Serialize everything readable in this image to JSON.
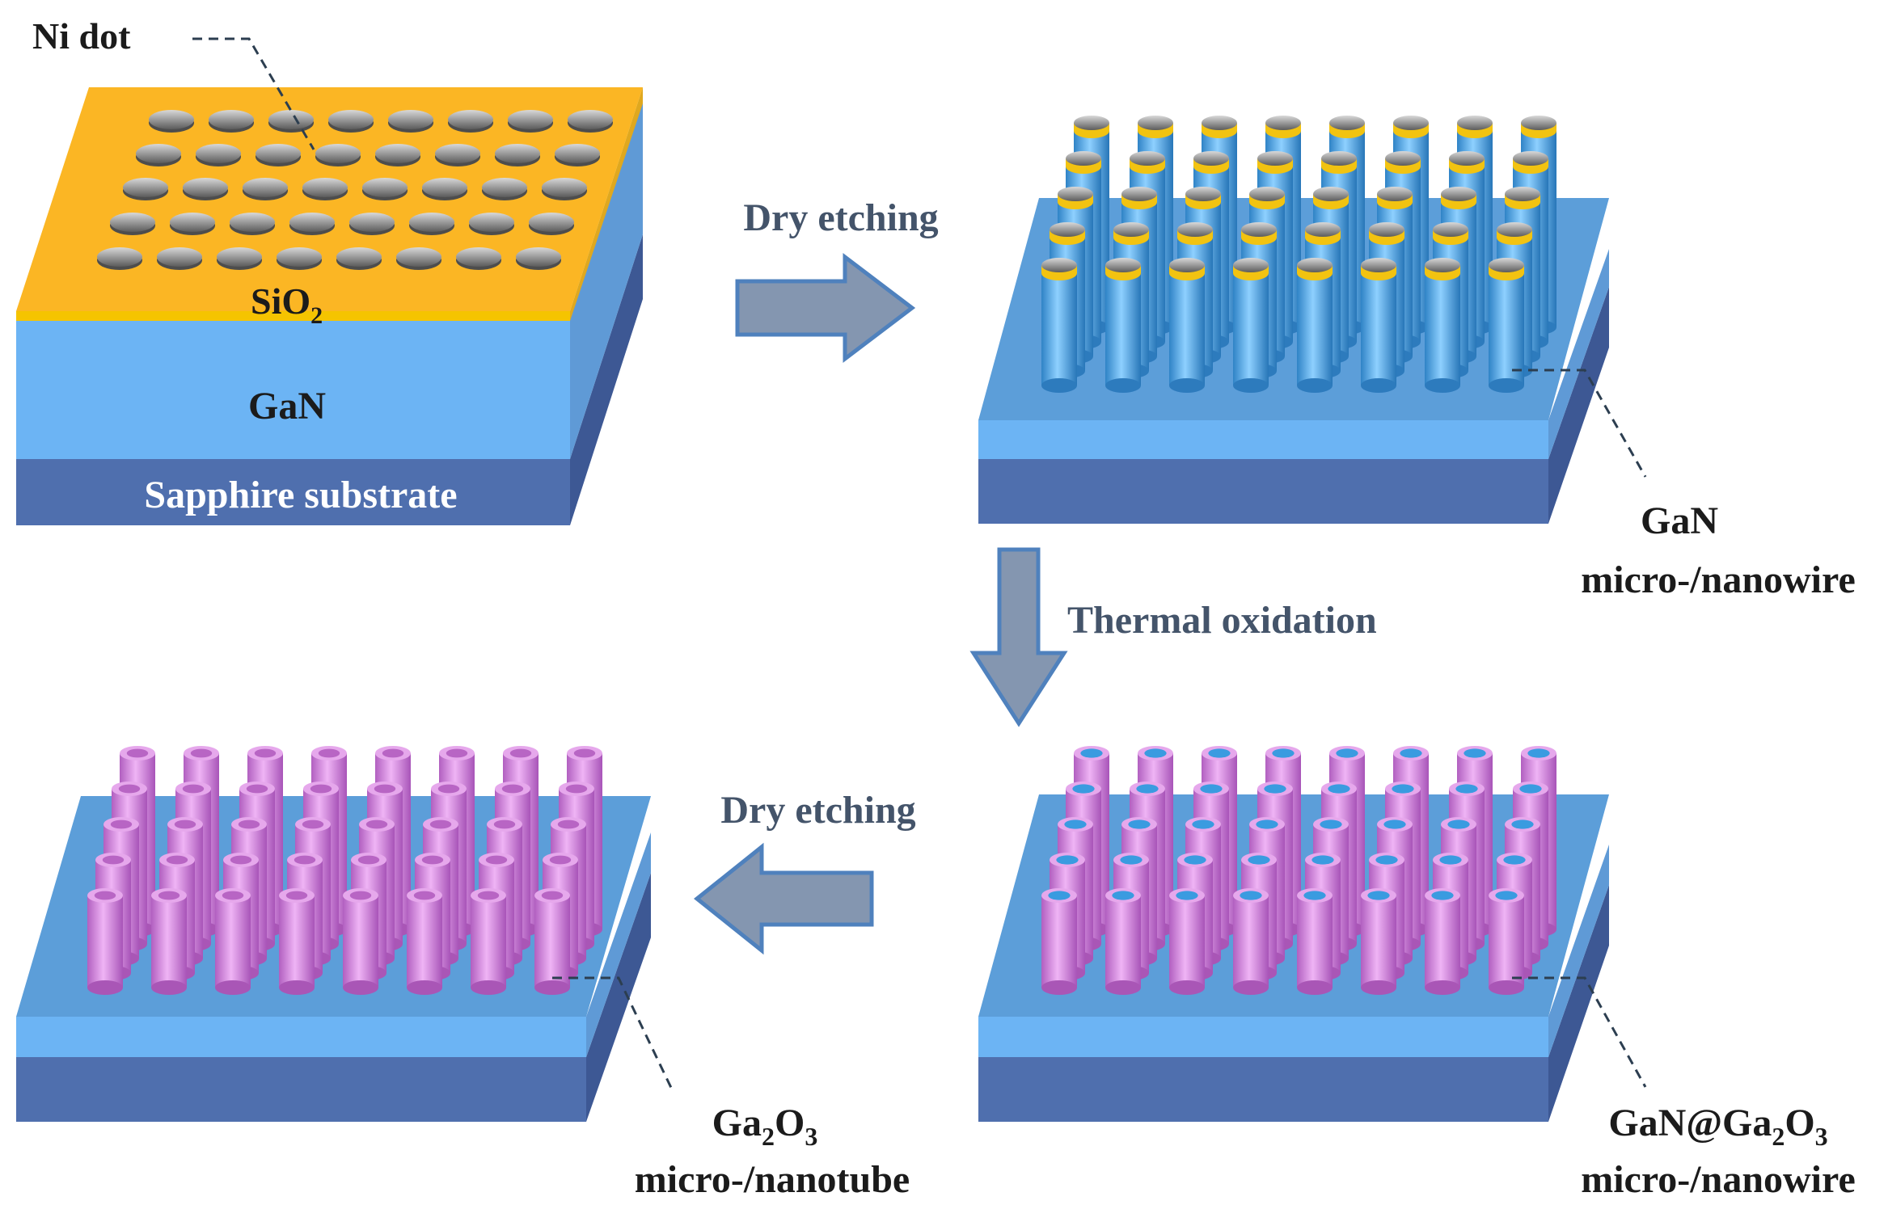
{
  "labels": {
    "ni_dot": "Ni dot",
    "sio2": "SiO",
    "sio2_sub": "2",
    "gan_layer": "GaN",
    "sapphire": "Sapphire substrate",
    "gan_wire_line1": "GaN",
    "gan_wire_line2": "micro-/nanowire",
    "core_shell_line1_a": "GaN@Ga",
    "core_shell_line1_sub1": "2",
    "core_shell_line1_b": "O",
    "core_shell_line1_sub2": "3",
    "core_shell_line2": "micro-/nanowire",
    "tube_line1_a": "Ga",
    "tube_line1_sub1": "2",
    "tube_line1_b": "O",
    "tube_line1_sub2": "3",
    "tube_line2": "micro-/nanotube"
  },
  "steps": {
    "step1": "Dry etching",
    "step2": "Thermal oxidation",
    "step3": "Dry etching"
  },
  "colors": {
    "sio2_layer": "#fbb624",
    "gan_layer": "#6cb4f4",
    "gan_side": "#5f9ad6",
    "sapphire_layer": "#4f6fae",
    "sapphire_side": "#3d5894",
    "ni_dot": "#7f7f7f",
    "nanowire": "#4aa7e4",
    "nanowire_cap": "#f2c311",
    "ga2o3_shell": "#d88ae0",
    "arrow_fill": "#8496b0",
    "arrow_stroke": "#4f81bd"
  }
}
